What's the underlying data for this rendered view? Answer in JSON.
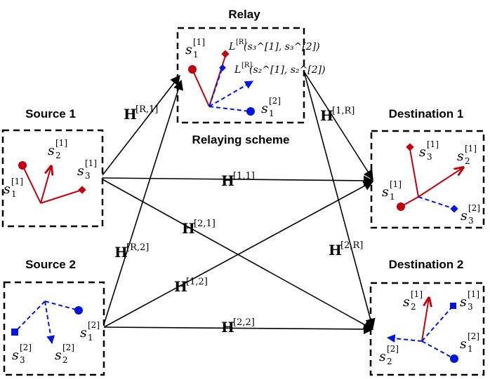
{
  "titles": {
    "relay": "Relay",
    "source1": "Source 1",
    "source2": "Source 2",
    "dest1": "Destination 1",
    "dest2": "Destination 2",
    "relaying_scheme": "Relaying scheme"
  },
  "channels": {
    "h_r1": {
      "base": "H",
      "sup": "[R,1]"
    },
    "h_r2": {
      "base": "H",
      "sup": "[R,2]"
    },
    "h_11": {
      "base": "H",
      "sup": "[1,1]"
    },
    "h_21": {
      "base": "H",
      "sup": "[2,1]"
    },
    "h_12": {
      "base": "H",
      "sup": "[1,2]"
    },
    "h_22": {
      "base": "H",
      "sup": "[2,2]"
    },
    "h_1r": {
      "base": "H",
      "sup": "[1,R]"
    },
    "h_2r": {
      "base": "H",
      "sup": "[2,R]"
    }
  },
  "symbols": {
    "s": "s",
    "sup1": "[1]",
    "sup2": "[2]",
    "sub1": "1",
    "sub2": "2",
    "sub3": "3",
    "L": "L",
    "Lsup": "[R]",
    "relay_f1": "(s₃^[1], s₃^[2])",
    "relay_f2": "(s₂^[1], s₂^[2])"
  },
  "colors": {
    "user1": "#c0000c",
    "user2": "#0016e0",
    "line": "#000000"
  }
}
